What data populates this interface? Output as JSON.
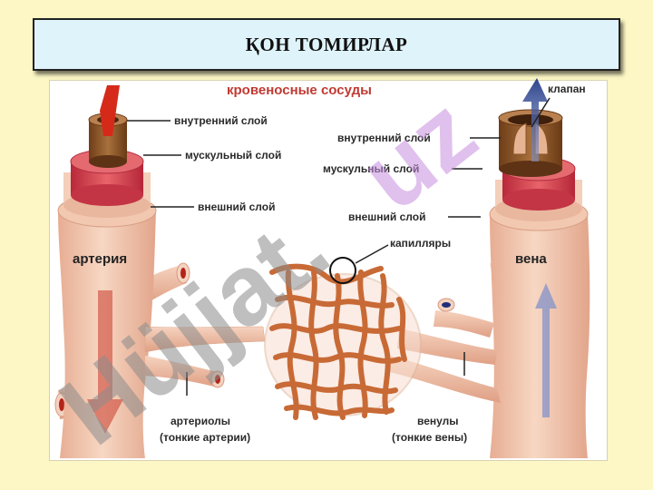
{
  "slide": {
    "title": "ҚОН ТОМИРЛАР"
  },
  "diagram": {
    "header": "кровеносные сосуды",
    "labels": {
      "inner_layer_left": "внутренний слой",
      "muscle_layer_left": "мускульный слой",
      "outer_layer_left": "внешний слой",
      "valve": "клапан",
      "inner_layer_right": "внутренний слой",
      "muscle_layer_right": "мускульный слой",
      "outer_layer_right": "внешний слой",
      "capillaries": "капилляры",
      "artery": "артерия",
      "vein": "вена",
      "arterioles": "артериолы",
      "arterioles_note": "(тонкие артерии)",
      "venules": "венулы",
      "venules_note": "(тонкие вены)"
    },
    "watermark": {
      "grey_part": "Hüjjat.",
      "purple_part": "uz"
    },
    "colors": {
      "artery_flow": "#d63a22",
      "vein_flow": "#233a86",
      "vessel_skin": "#f1c6ad",
      "muscle": "#d8484c",
      "inner_layer": "#8a5326",
      "capillary": "#c86a36"
    }
  }
}
